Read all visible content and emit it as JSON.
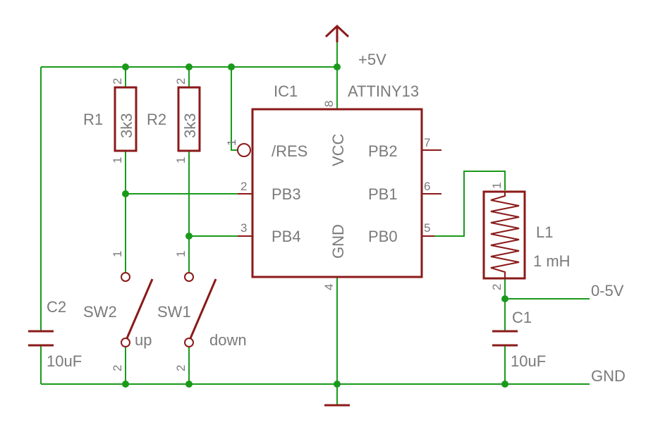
{
  "supply": {
    "vcc": "+5V",
    "gnd": "GND"
  },
  "ic": {
    "ref": "IC1",
    "value": "ATTINY13",
    "pin_labels": {
      "res": "/RES",
      "vcc": "VCC",
      "gnd": "GND",
      "pb0": "PB0",
      "pb1": "PB1",
      "pb2": "PB2",
      "pb3": "PB3",
      "pb4": "PB4"
    },
    "pin_numbers": {
      "res": "1",
      "pb3": "2",
      "pb4": "3",
      "gnd": "4",
      "pb0": "5",
      "pb1": "6",
      "pb2": "7",
      "vcc": "8"
    }
  },
  "resistors": [
    {
      "ref": "R1",
      "value": "3k3",
      "pin_top": "2",
      "pin_bottom": "1"
    },
    {
      "ref": "R2",
      "value": "3k3",
      "pin_top": "2",
      "pin_bottom": "1"
    }
  ],
  "switches": [
    {
      "ref": "SW2",
      "label": "up",
      "pin_top": "1",
      "pin_bottom": "2"
    },
    {
      "ref": "SW1",
      "label": "down",
      "pin_top": "1",
      "pin_bottom": "2"
    }
  ],
  "inductor": {
    "ref": "L1",
    "value": "1 mH",
    "pin_top": "1",
    "pin_bottom": "2"
  },
  "capacitors": [
    {
      "ref": "C1",
      "value": "10uF"
    },
    {
      "ref": "C2",
      "value": "10uF"
    }
  ],
  "output": {
    "label": "0-5V"
  }
}
